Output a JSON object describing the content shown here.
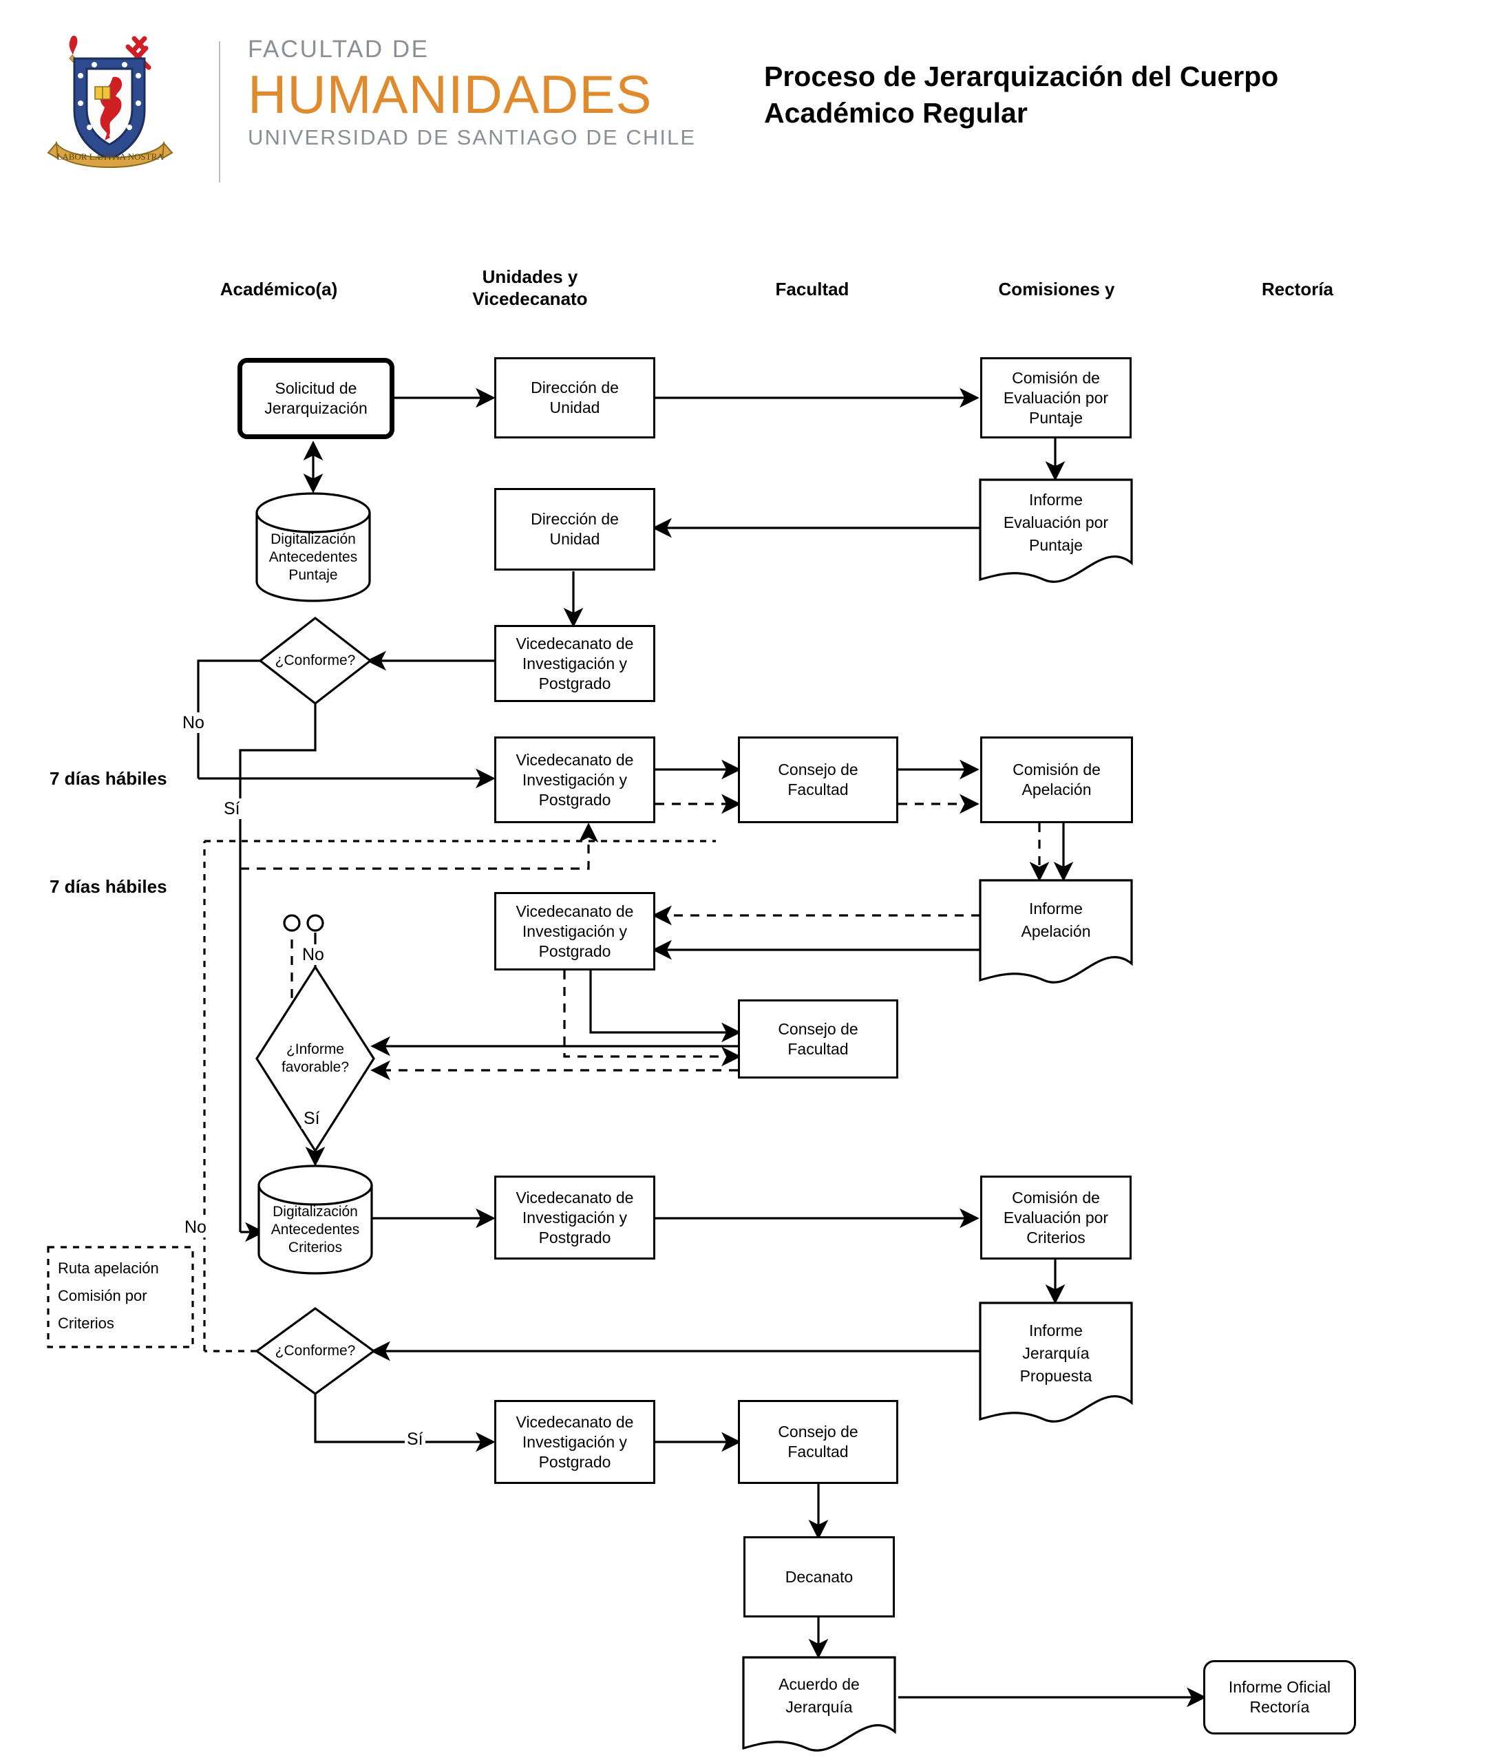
{
  "header": {
    "logo": {
      "line1": "FACULTAD DE",
      "line2": "HUMANIDADES",
      "line3": "UNIVERSIDAD DE SANTIAGO DE CHILE",
      "accent_color": "#e08a2e",
      "muted_color": "#8a8f96"
    },
    "title": "Proceso de Jerarquización del Cuerpo Académico Regular"
  },
  "columns": [
    {
      "id": "academico",
      "label": "Académico(a)"
    },
    {
      "id": "unidades",
      "label": "Unidades y\nVicedecanato"
    },
    {
      "id": "facultad",
      "label": "Facultad"
    },
    {
      "id": "comisiones",
      "label": "Comisiones y"
    },
    {
      "id": "rectoria",
      "label": "Rectoría"
    }
  ],
  "nodes": {
    "solicitud": {
      "label": "Solicitud de\nJerarquización",
      "shape": "start"
    },
    "digit_puntaje": {
      "label": "Digitalización\nAntecedentes\nPuntaje",
      "shape": "cylinder"
    },
    "direccion_unidad_1": {
      "label": "Dirección de\nUnidad",
      "shape": "rect"
    },
    "direccion_unidad_2": {
      "label": "Dirección de\nUnidad",
      "shape": "rect"
    },
    "comision_eval_puntaje": {
      "label": "Comisión de\nEvaluación por\nPuntaje",
      "shape": "rect"
    },
    "informe_eval_puntaje": {
      "label": "Informe\nEvaluación por\nPuntaje",
      "shape": "document"
    },
    "vicedecanato_1": {
      "label": "Vicedecanato de\nInvestigación y\nPostgrado",
      "shape": "rect"
    },
    "conforme_1": {
      "label": "¿Conforme?",
      "shape": "diamond"
    },
    "vicedecanato_2": {
      "label": "Vicedecanato de\nInvestigación y\nPostgrado",
      "shape": "rect"
    },
    "consejo_facultad_1": {
      "label": "Consejo de\nFacultad",
      "shape": "rect"
    },
    "comision_apelacion": {
      "label": "Comisión de\nApelación",
      "shape": "rect"
    },
    "informe_apelacion": {
      "label": "Informe\nApelación",
      "shape": "document"
    },
    "vicedecanato_3": {
      "label": "Vicedecanato de\nInvestigación y\nPostgrado",
      "shape": "rect"
    },
    "consejo_facultad_2": {
      "label": "Consejo de\nFacultad",
      "shape": "rect"
    },
    "informe_favorable": {
      "label": "¿Informe\nfavorable?",
      "shape": "diamond"
    },
    "digit_criterios": {
      "label": "Digitalización\nAntecedentes\nCriterios",
      "shape": "cylinder"
    },
    "vicedecanato_4": {
      "label": "Vicedecanato de\nInvestigación y\nPostgrado",
      "shape": "rect"
    },
    "comision_eval_criterios": {
      "label": "Comisión de\nEvaluación por\nCriterios",
      "shape": "rect"
    },
    "informe_jerarquia": {
      "label": "Informe\nJerarquía\nPropuesta",
      "shape": "document"
    },
    "conforme_2": {
      "label": "¿Conforme?",
      "shape": "diamond"
    },
    "vicedecanato_5": {
      "label": "Vicedecanato de\nInvestigación y\nPostgrado",
      "shape": "rect"
    },
    "consejo_facultad_3": {
      "label": "Consejo de\nFacultad",
      "shape": "rect"
    },
    "decanato": {
      "label": "Decanato",
      "shape": "rect"
    },
    "acuerdo_jerarquia": {
      "label": "Acuerdo de\nJerarquía",
      "shape": "document"
    },
    "informe_oficial": {
      "label": "Informe Oficial\nRectoría",
      "shape": "rounded"
    }
  },
  "edge_labels": {
    "no_1": "No",
    "si_1": "Sí",
    "no_2": "No",
    "si_2": "Sí",
    "no_3": "No",
    "si_3": "Sí"
  },
  "side_labels": {
    "plazo_1": "7 días hábiles",
    "plazo_2": "7 días hábiles"
  },
  "legend": {
    "text": "Ruta apelación\nComisión por\nCriterios"
  }
}
